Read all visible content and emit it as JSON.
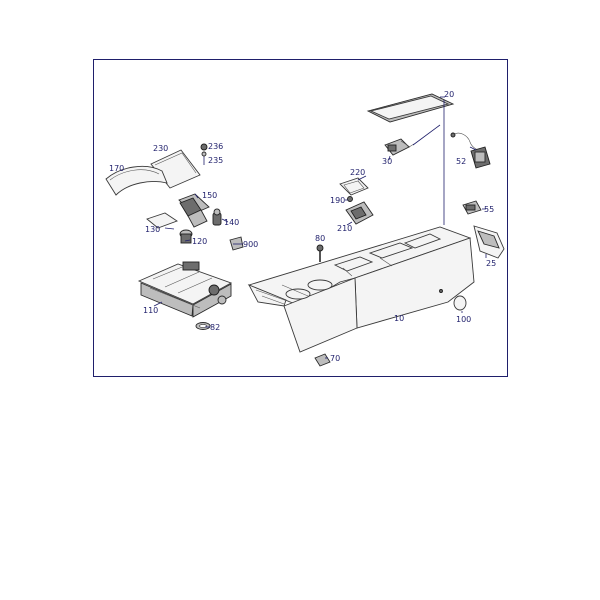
{
  "diagram": {
    "callouts": [
      "20",
      "230",
      "236",
      "235",
      "170",
      "150",
      "30",
      "52",
      "220",
      "190",
      "210",
      "55",
      "140",
      "130",
      "120",
      "900",
      "80",
      "25",
      "110",
      "82",
      "10",
      "100",
      "70"
    ]
  },
  "colors": {
    "frame": "#1f1f6b",
    "line": "#1f1f6b",
    "part_stroke": "#3a3a3a"
  }
}
